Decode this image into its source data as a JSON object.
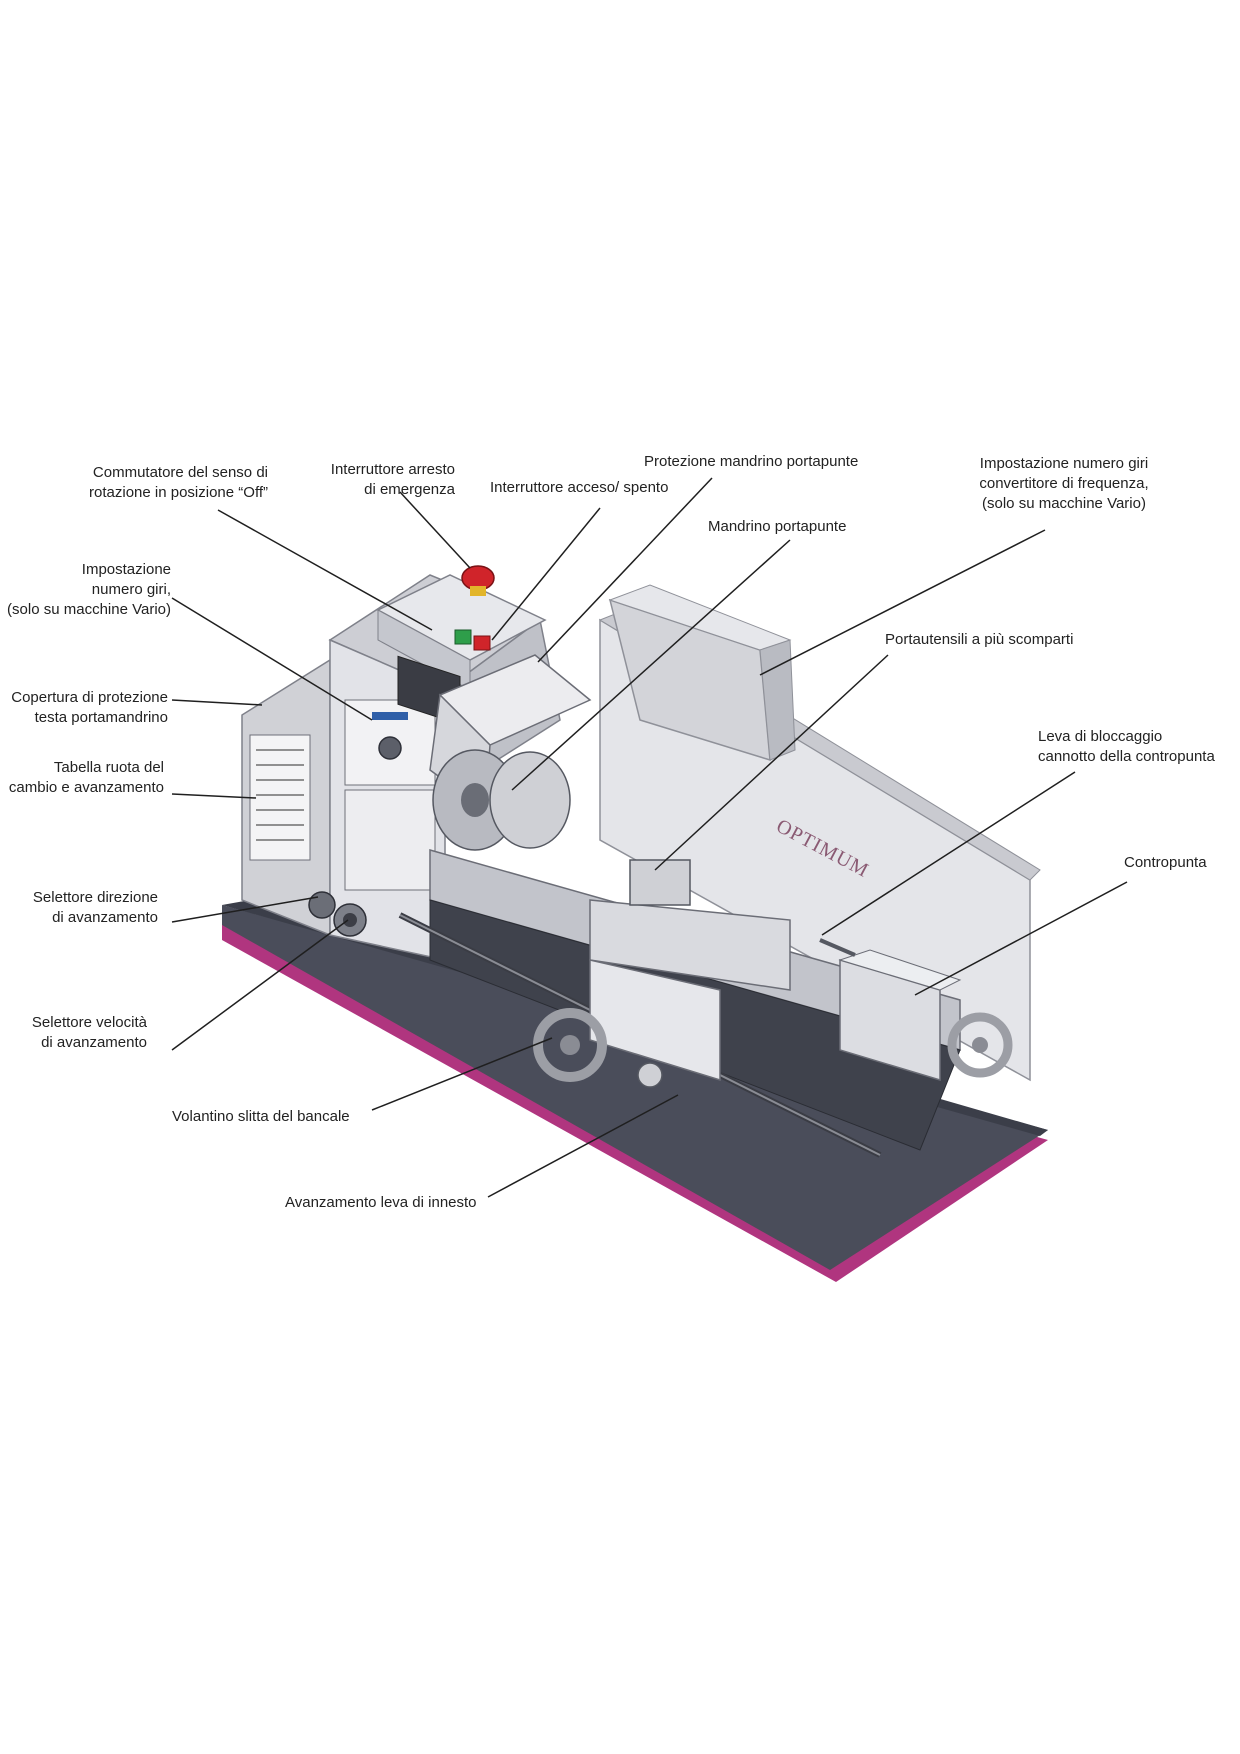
{
  "machine": {
    "brand": "OPTIMUM"
  },
  "labels": {
    "commutatore": "Commutatore del senso di\nrotazione in posizione “Off”",
    "arresto": "Interruttore arresto\ndi emergenza",
    "acceso_spento": "Interruttore acceso/ spento",
    "protezione_mandrino": "Protezione mandrino portapunte",
    "impostazione_convertitore": "Impostazione numero giri\nconvertitore di frequenza,\n(solo su macchine Vario)",
    "mandrino": "Mandrino portapunte",
    "impostazione_giri": "Impostazione\nnumero giri,\n(solo su macchine Vario)",
    "portautensili": "Portautensili a più scomparti",
    "copertura": "Copertura di protezione\ntesta portamandrino",
    "leva_bloccaggio": "Leva di bloccaggio\ncannotto della contropunta",
    "tabella": "Tabella ruota del\ncambio e avanzamento",
    "contropunta": "Contropunta",
    "selettore_direzione": "Selettore direzione\ndi avanzamento",
    "selettore_velocita": "Selettore velocità\ndi avanzamento",
    "volantino": "Volantino slitta del bancale",
    "leva_innesto": "Avanzamento leva di innesto"
  },
  "colors": {
    "base_magenta": "#b0357f",
    "base_tray": "#4a4d5a",
    "machine_body": "#d9dadf",
    "machine_shadow": "#a9abb3",
    "emergency_red": "#d0242a",
    "switch_green": "#2e9e4a"
  }
}
